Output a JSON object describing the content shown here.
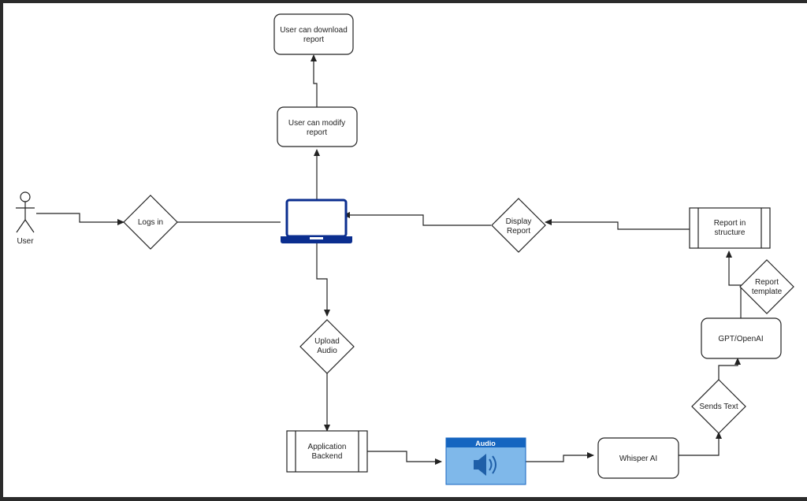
{
  "nodes": {
    "user": "User",
    "logs_in": "Logs in",
    "download": [
      "User can download",
      "report"
    ],
    "modify": [
      "User can modify",
      "report"
    ],
    "display": [
      "Display",
      "Report"
    ],
    "report_structure": [
      "Report in",
      "structure"
    ],
    "report_template": [
      "Report",
      "template"
    ],
    "gpt": "GPT/OpenAI",
    "sends_text": "Sends Text",
    "upload": [
      "Upload",
      "Audio"
    ],
    "backend": [
      "Application",
      "Backend"
    ],
    "audio": "Audio",
    "whisper": "Whisper AI"
  },
  "colors": {
    "laptop": "#0b2e8f",
    "audio_header": "#1565c0",
    "audio_body": "#7fb8ea",
    "audio_icon": "#1f5fa8",
    "stroke": "#333333"
  }
}
